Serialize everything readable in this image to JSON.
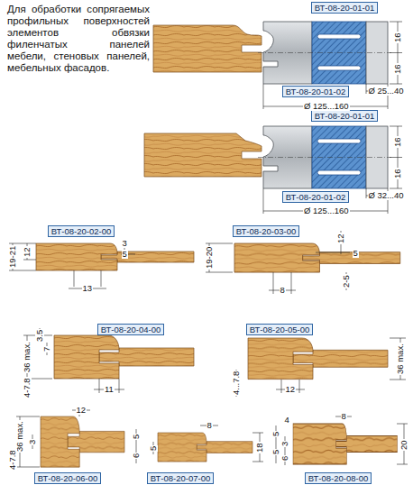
{
  "diagram": {
    "nodes": [
      {
        "text": [
          "ВТ-08-20-01-01"
        ]
      },
      {
        "text": [
          "ВТ-08-20-01-02"
        ]
      },
      {
        "text": [
          "ВТ-08-20-01-01"
        ]
      },
      {
        "text": [
          "ВТ-08-20-01-02"
        ]
      },
      {
        "text": [
          "ВТ-08-20-02-00"
        ]
      },
      {
        "text": [
          "ВТ-08-20-03-00"
        ]
      },
      {
        "text": [
          "ВТ-08-20-04-00"
        ]
      },
      {
        "text": [
          "ВТ-08-20-05-00"
        ]
      },
      {
        "text": [
          "ВТ-08-20-06-00"
        ]
      },
      {
        "text": [
          "ВТ-08-20-07-00"
        ]
      },
      {
        "text": [
          "ВТ-08-20-08-00"
        ]
      }
    ],
    "labels": [
      "Для обработки сопрягаемых профильных поверхностей элементов обвязки филенчатых панелей мебели, стеновых панелей, мебельных фасадов.",
      "16",
      "16",
      "Ø 25...40",
      "Ø 125...160",
      "16",
      "16",
      "Ø 32...40",
      "Ø 125...160",
      "19-21",
      "12",
      "3",
      "5",
      "13",
      "19-20",
      "12",
      "5",
      "2-5",
      "8",
      "3.5",
      "7",
      "36 max.",
      "4-7.8",
      "11",
      "36 max.",
      "4...7.8",
      "12",
      "12",
      "36 max.",
      "3",
      "4-7.8",
      "5",
      "8",
      "18",
      "6",
      "5",
      "4",
      "8",
      "5",
      "3",
      "5",
      "6",
      "20"
    ]
  }
}
